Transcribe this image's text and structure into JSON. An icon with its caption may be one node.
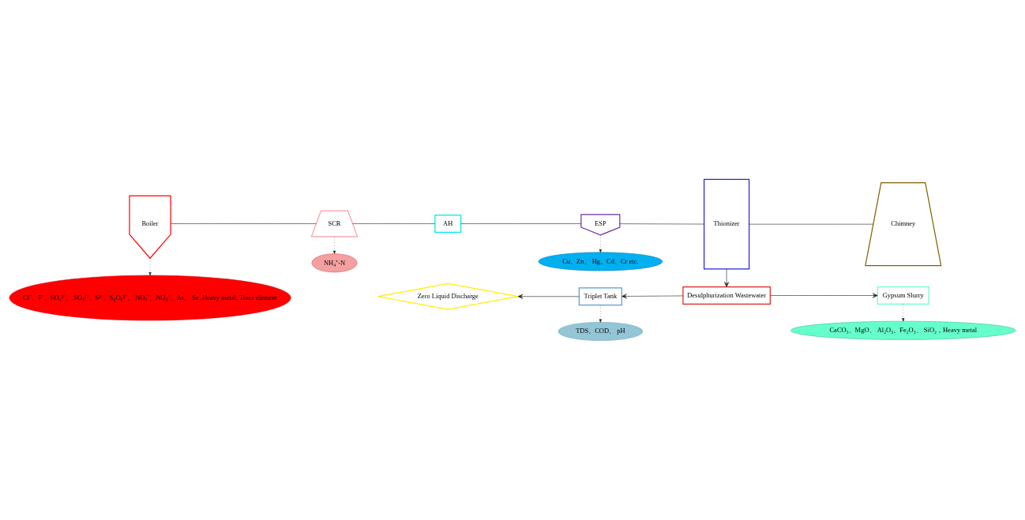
{
  "diagram": {
    "nodes": [
      {
        "text": [
          "Boiler"
        ]
      },
      {
        "text": [
          "NH₄⁺-N"
        ]
      },
      {
        "text": [
          "SCR"
        ]
      },
      {
        "text": [
          "AH"
        ]
      },
      {
        "text": [
          "Cu、Zn、 Hg、Cd、Cr etc."
        ]
      },
      {
        "text": [
          "ESP"
        ]
      },
      {
        "text": [
          "Thionizer"
        ]
      },
      {
        "text": [
          "Chimney"
        ]
      },
      {
        "text": [
          "Cl⁻、F⁻、SO₄²⁻、 SO₃²⁻、S²⁻、S₂O₆²⁻、 NO₃⁻、NO₂⁻、As、 Se ,Heavy metal, Trace element"
        ]
      },
      {
        "text": [
          "Zero Liquid Discharge"
        ]
      },
      {
        "text": [
          "Triplet Tank"
        ]
      },
      {
        "text": [
          "Desulphurization Wastewater"
        ]
      },
      {
        "text": [
          "Gypsum Slurry"
        ]
      },
      {
        "text": [
          "TDS、COD、 pH"
        ]
      },
      {
        "text": [
          "CaCO₃、MgO、 Al₂O₃、Fe₂O₃、 SiO₂，Heavy metal"
        ]
      }
    ],
    "edges": [
      {
        "from": 0,
        "to": 2,
        "arrow": "none"
      },
      {
        "from": 2,
        "to": 3,
        "arrow": "none"
      },
      {
        "from": 3,
        "to": 5,
        "arrow": "none"
      },
      {
        "from": 5,
        "to": 6,
        "arrow": "none"
      },
      {
        "from": 6,
        "to": 7,
        "arrow": "none"
      },
      {
        "from": 0,
        "to": 8,
        "arrow": "to",
        "style": "dashed"
      },
      {
        "from": 2,
        "to": 1,
        "arrow": "to",
        "style": "dashed"
      },
      {
        "from": 5,
        "to": 4,
        "arrow": "to",
        "style": "dashed"
      },
      {
        "from": 6,
        "to": 11,
        "arrow": "to"
      },
      {
        "from": 11,
        "to": 10,
        "arrow": "to"
      },
      {
        "from": 10,
        "to": 9,
        "arrow": "to"
      },
      {
        "from": 11,
        "to": 12,
        "arrow": "to"
      },
      {
        "from": 10,
        "to": 13,
        "arrow": "to",
        "style": "dashed"
      },
      {
        "from": 12,
        "to": 14,
        "arrow": "to",
        "style": "dashed"
      }
    ]
  }
}
